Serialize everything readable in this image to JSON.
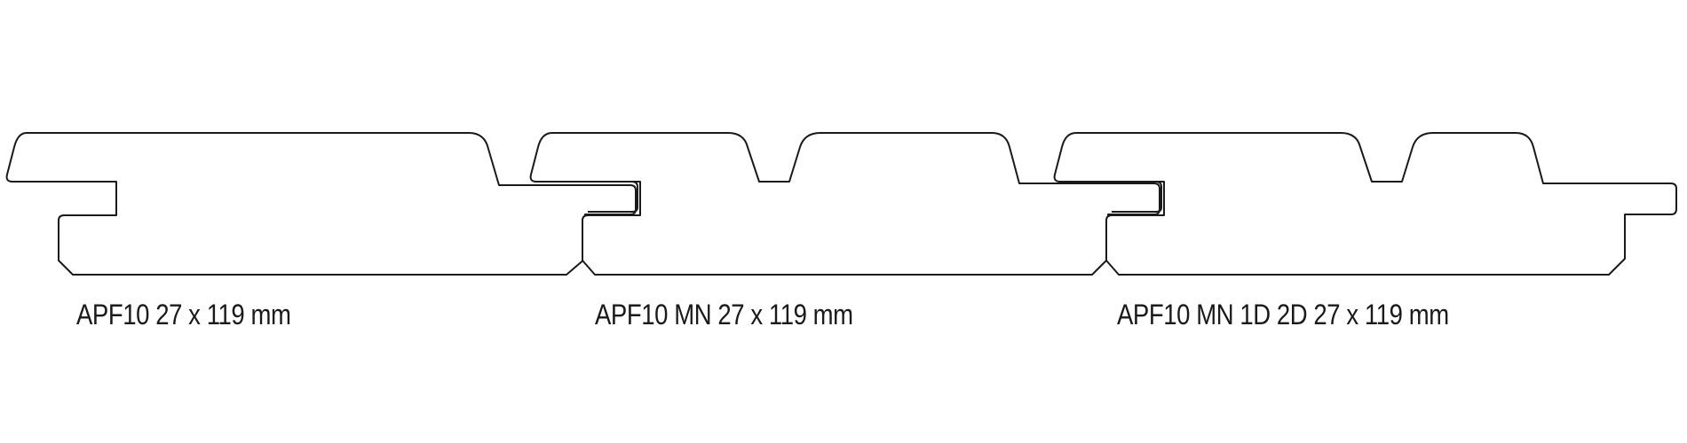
{
  "profiles": [
    {
      "label": "APF10 27 x 119 mm"
    },
    {
      "label": "APF10 MN 27 x 119 mm"
    },
    {
      "label": "APF10 MN 1D 2D 27 x 119 mm"
    }
  ],
  "colors": {
    "stroke": "#1a1a1a",
    "background": "#ffffff"
  }
}
